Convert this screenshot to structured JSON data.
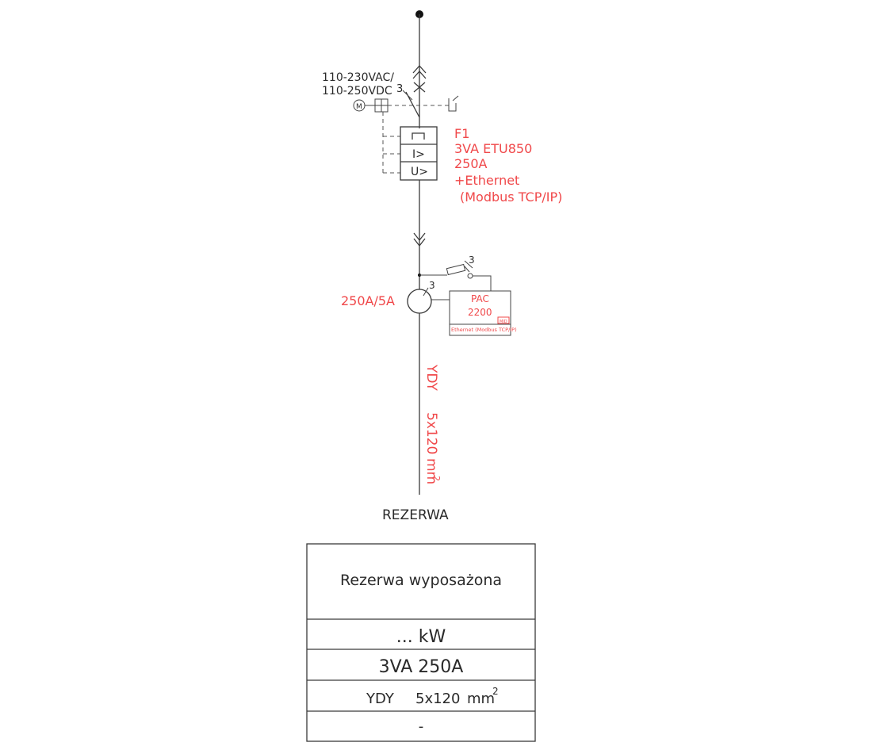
{
  "supply_voltage": {
    "line1": "110-230VAC/",
    "line2": "110-250VDC"
  },
  "motor_symbol": "M",
  "count_label": "3",
  "breaker": {
    "f_label": "F1",
    "model": "3VA ETU850",
    "rating": "250A",
    "option": "+Ethernet",
    "protocol": "(Modbus TCP/IP)",
    "trip_i": "I>",
    "trip_u": "U>"
  },
  "ct": {
    "ratio": "250A/5A",
    "count": "3"
  },
  "fuse_count": "3",
  "meter": {
    "name": "PAC",
    "model": "2200",
    "badge": "MID",
    "comm": "Ethernet (Modbus TCP/IP)"
  },
  "cable": {
    "type": "YDY",
    "size": "5x120",
    "unit": "mm",
    "sup": "2"
  },
  "feeder_label": "REZERWA",
  "table": {
    "description": "Rezerwa wyposażona",
    "power": "... kW",
    "breaker": "3VA 250A",
    "cable_type": "YDY",
    "cable_size": "5x120",
    "cable_unit": "mm",
    "cable_sup": "2",
    "last": "-"
  },
  "colors": {
    "annotation": "#f0484a",
    "line": "#3a3a3a"
  }
}
